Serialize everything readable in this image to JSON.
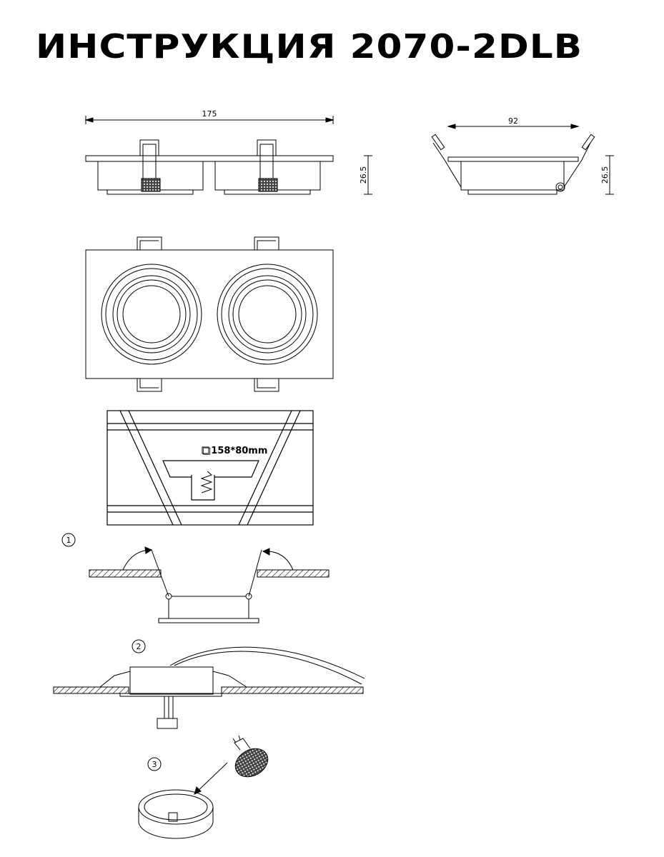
{
  "document": {
    "title": "ИНСТРУКЦИЯ 2070-2DLB"
  },
  "dimensions": {
    "width_label": "175",
    "depth_label": "92",
    "height_label_front": "26.5",
    "height_label_side": "26.5",
    "cutout_label": "□158*80mm"
  },
  "steps": {
    "step1": "1",
    "step2": "2",
    "step3": "3"
  }
}
